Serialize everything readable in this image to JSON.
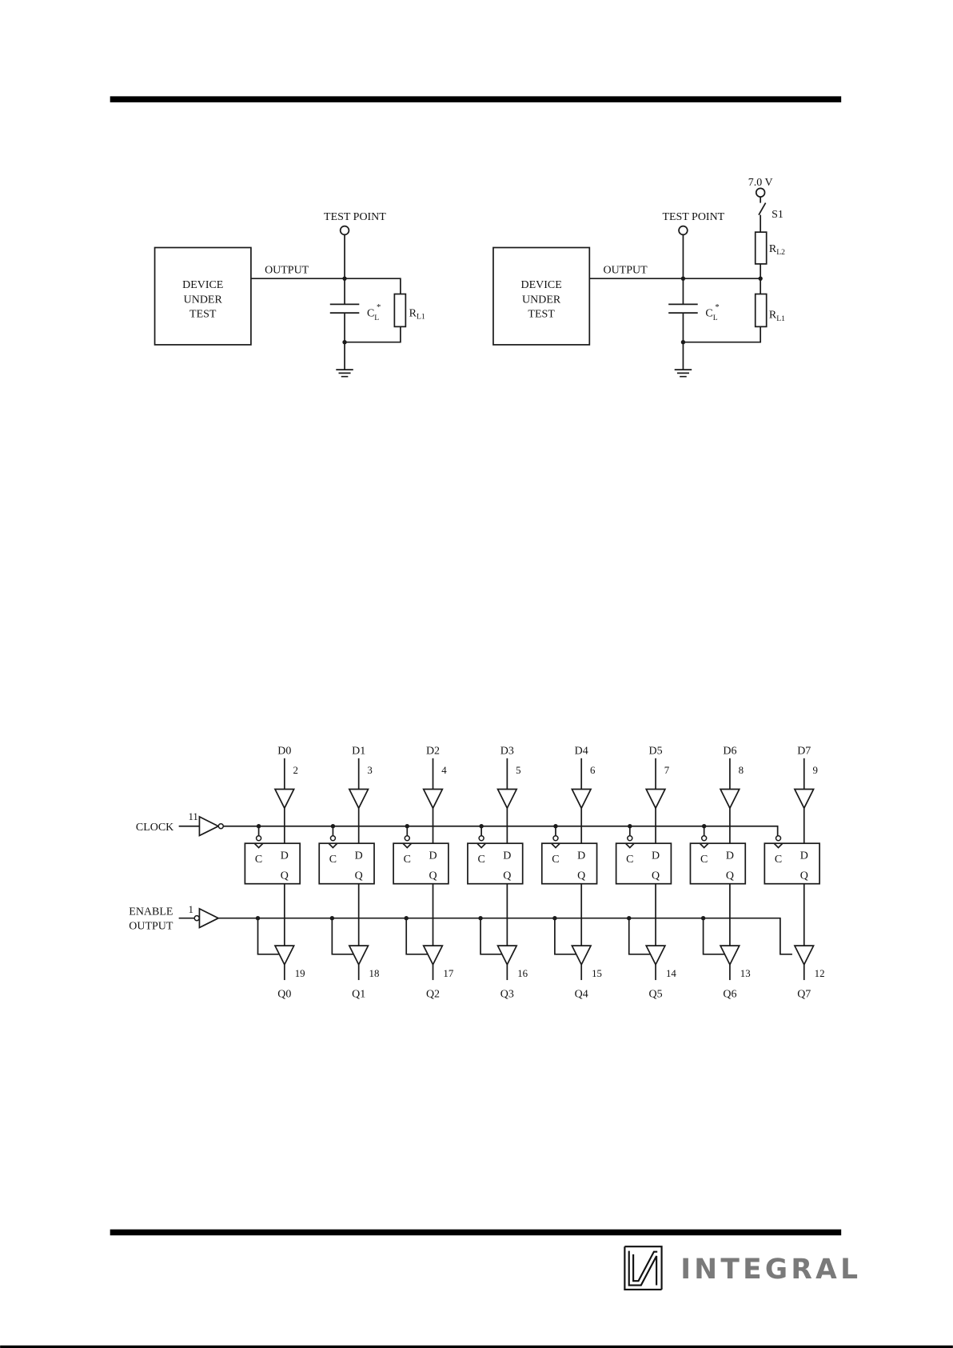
{
  "circuit_left": {
    "dut_lines": [
      "DEVICE",
      "UNDER",
      "TEST"
    ],
    "output_label": "OUTPUT",
    "test_point_label": "TEST POINT",
    "cap_label": "C",
    "cap_sub": "L",
    "cap_sup": "*",
    "res1_label": "R",
    "res1_sub": "L1"
  },
  "circuit_right": {
    "dut_lines": [
      "DEVICE",
      "UNDER",
      "TEST"
    ],
    "output_label": "OUTPUT",
    "test_point_label": "TEST POINT",
    "cap_label": "C",
    "cap_sub": "L",
    "cap_sup": "*",
    "res1_label": "R",
    "res1_sub": "L1",
    "res2_label": "R",
    "res2_sub": "L2",
    "supply_label": "7.0 V",
    "switch_label": "S1"
  },
  "logic": {
    "clock_label": "CLOCK",
    "clock_pin": "11",
    "enable_label_1": "ENABLE",
    "enable_label_2": "OUTPUT",
    "enable_pin": "1",
    "ff_c": "C",
    "ff_d": "D",
    "ff_q": "Q",
    "channels": [
      {
        "d": "D0",
        "d_pin": "2",
        "q": "Q0",
        "q_pin": "19"
      },
      {
        "d": "D1",
        "d_pin": "3",
        "q": "Q1",
        "q_pin": "18"
      },
      {
        "d": "D2",
        "d_pin": "4",
        "q": "Q2",
        "q_pin": "17"
      },
      {
        "d": "D3",
        "d_pin": "5",
        "q": "Q3",
        "q_pin": "16"
      },
      {
        "d": "D4",
        "d_pin": "6",
        "q": "Q4",
        "q_pin": "15"
      },
      {
        "d": "D5",
        "d_pin": "7",
        "q": "Q5",
        "q_pin": "14"
      },
      {
        "d": "D6",
        "d_pin": "8",
        "q": "Q6",
        "q_pin": "13"
      },
      {
        "d": "D7",
        "d_pin": "9",
        "q": "Q7",
        "q_pin": "12"
      }
    ]
  },
  "footer": {
    "brand": "INTEGRAL"
  }
}
